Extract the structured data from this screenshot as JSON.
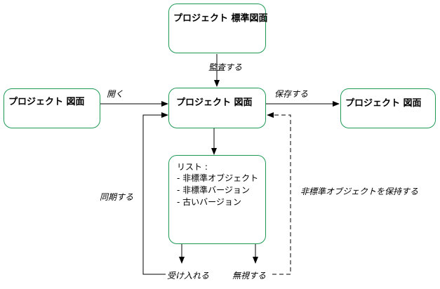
{
  "diagram": {
    "nodes": {
      "standard": {
        "title": "プロジェクト 標準図面"
      },
      "source": {
        "title": "プロジェクト 図面"
      },
      "center": {
        "title": "プロジェクト 図面"
      },
      "saved": {
        "title": "プロジェクト 図面"
      },
      "list": {
        "heading": "リスト :",
        "items": [
          "- 非標準オブジェクト",
          "- 非標準バージョン",
          "- 古いバージョン"
        ]
      }
    },
    "edges": {
      "audit": "監査する",
      "open": "開く",
      "save": "保存する",
      "sync": "同期する",
      "accept": "受け入れる",
      "ignore": "無視する",
      "keep_nonstandard": "非標準オブジェクトを保持する"
    },
    "colors": {
      "box_border": "#1f9a55",
      "connector": "#000000"
    }
  }
}
